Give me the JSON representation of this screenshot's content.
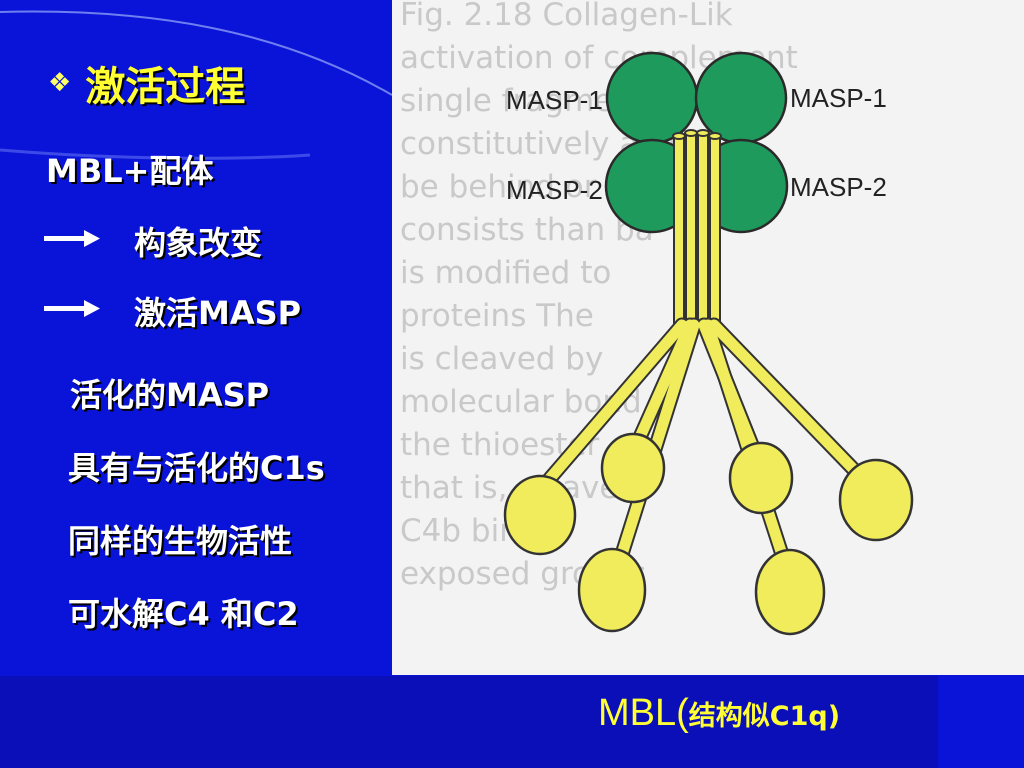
{
  "slide": {
    "title_bullet": "❖",
    "title": "激活过程",
    "lines": {
      "l1": "MBL+配体",
      "l2": "构象改变",
      "l3": "激活MASP",
      "l4": "活化的MASP",
      "l5": "具有与活化的C1s",
      "l6": "同样的生物活性",
      "l7": "可水解C4  和C2"
    },
    "caption": {
      "prefix": "MBL(",
      "body": "结构似C1q)"
    },
    "colors": {
      "background": "#0a14d8",
      "title": "#ffff33",
      "text": "#ffffff"
    }
  },
  "figure": {
    "labels": {
      "masp1_left": "MASP-1",
      "masp1_right": "MASP-1",
      "masp2_left": "MASP-2",
      "masp2_right": "MASP-2"
    },
    "background_text": [
      "Fig. 2.18 Collagen-Lik",
      "activation of complement",
      "single fragment of the",
      "constitutively active",
      "be behind or",
      "consists than ba",
      "is modified to",
      "proteins The",
      "is cleaved by",
      "molecular bond",
      "the thioester",
      "that is, cleaved",
      "C4b binds",
      "exposed groups"
    ],
    "colors": {
      "masp": "#1e9b5c",
      "stalk": "#f0ec5c",
      "outline": "#333333"
    }
  }
}
